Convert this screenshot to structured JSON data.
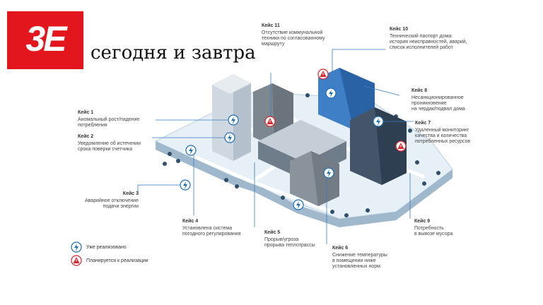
{
  "logo": {
    "text": "3E"
  },
  "headline": "сегодня и завтра",
  "cases": [
    {
      "id": "case-1",
      "title": "Кейс 1",
      "desc": "Аномальный рост/падение\nпотребления"
    },
    {
      "id": "case-2",
      "title": "Кейс 2",
      "desc": "Уведомление об истечении\nсрока поверки счетчика"
    },
    {
      "id": "case-3",
      "title": "Кейс 3",
      "desc": "Аварийное отключение\nподачи энергии"
    },
    {
      "id": "case-4",
      "title": "Кейс 4",
      "desc": "Установлена система\nпогодного регулирования"
    },
    {
      "id": "case-5",
      "title": "Кейс 5",
      "desc": "Прорыв/угроза\nпрорыва теплотрассы"
    },
    {
      "id": "case-6",
      "title": "Кейс 6",
      "desc": "Снижение температуры\nв помещении ниже\nустановленных норм"
    },
    {
      "id": "case-7",
      "title": "Кейс 7",
      "desc": "Удаленный мониторинг\nкачества и количества\nпотребленных ресурсов"
    },
    {
      "id": "case-8",
      "title": "Кейс 8",
      "desc": "Несанкционированное\nпроникновение\nна чердак/подвал дома"
    },
    {
      "id": "case-9",
      "title": "Кейс 9",
      "desc": "Потребность\nв вывозе мусора"
    },
    {
      "id": "case-10",
      "title": "Кейс 10",
      "desc": "Технический паспорт дома:\nистория неисправностей, аварий,\nсписок исполнителей работ"
    },
    {
      "id": "case-11",
      "title": "Кейс 11",
      "desc": "Отсутствие коммунальной\nтехники по согласованному\nмаршруту"
    }
  ],
  "legend": [
    {
      "icon": "lightning-icon",
      "label": "Уже реализовано"
    },
    {
      "icon": "warning-icon",
      "label": "Планируется к реализации"
    }
  ],
  "colors": {
    "brand": "#e2161c",
    "implemented": "#1e6fb5",
    "planned": "#d9262e",
    "snow": "#dcebf5"
  }
}
